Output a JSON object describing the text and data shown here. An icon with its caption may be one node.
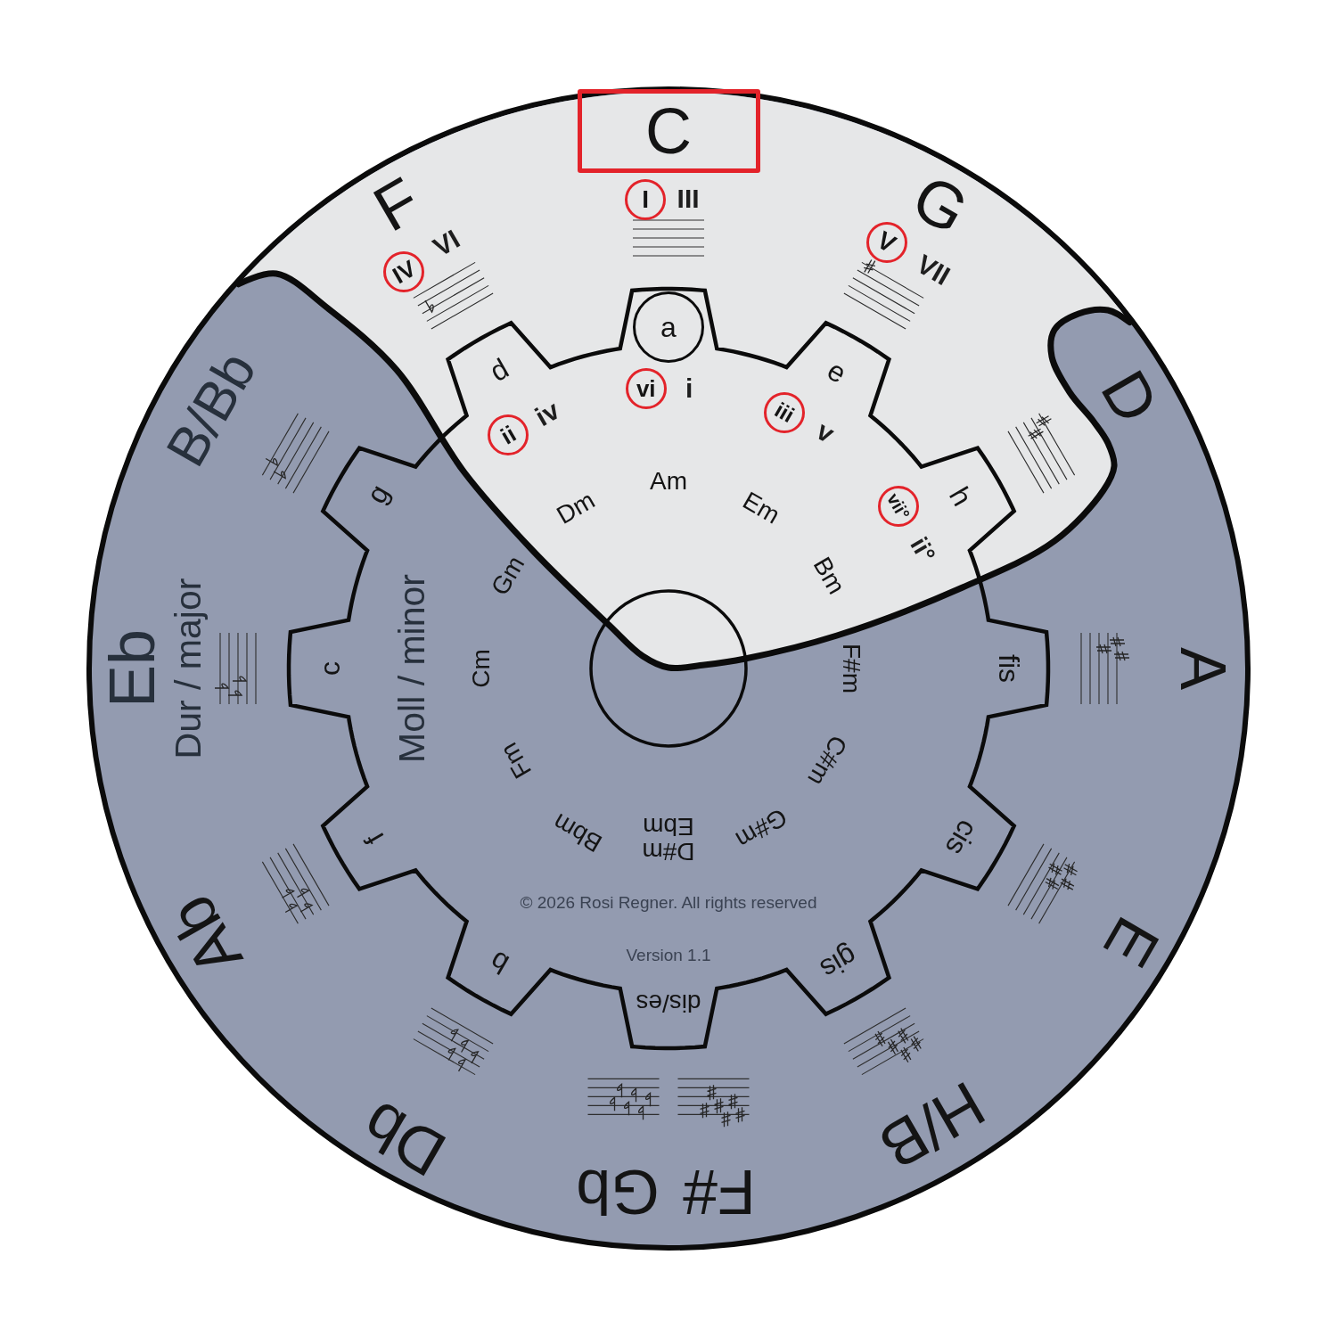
{
  "diagram": {
    "nodes": [
      {
        "text": [
          "C"
        ]
      },
      {
        "text": [
          "I"
        ]
      },
      {
        "text": [
          "V"
        ]
      },
      {
        "text": [
          "IV"
        ]
      },
      {
        "text": [
          "a"
        ]
      },
      {
        "text": [
          "vi"
        ]
      },
      {
        "text": [
          "iii"
        ]
      },
      {
        "text": [
          "ii"
        ]
      },
      {
        "text": [
          "vii°"
        ]
      }
    ],
    "labels": [
      "F",
      "III",
      "G",
      "VI",
      "VII",
      "d",
      "e",
      "i",
      "D",
      "B/Bb",
      "iv",
      "v",
      "Am",
      "g",
      "h",
      "Dm",
      "Em",
      "ii°",
      "Gm",
      "Bm",
      "Eb",
      "Dur / major",
      "c",
      "Moll / minor",
      "Cm",
      "F#m",
      "fis",
      "A",
      "Fm",
      "C#m",
      "f",
      "Bbm",
      "Ebm",
      "D#m",
      "G#m",
      "cis",
      "© 2026 Rosi Regner. All rights reserved",
      "Version 1.1",
      "Ab",
      "E",
      "b",
      "gis",
      "dis/es",
      "Db",
      "H/B",
      "Gb",
      "F#"
    ]
  }
}
